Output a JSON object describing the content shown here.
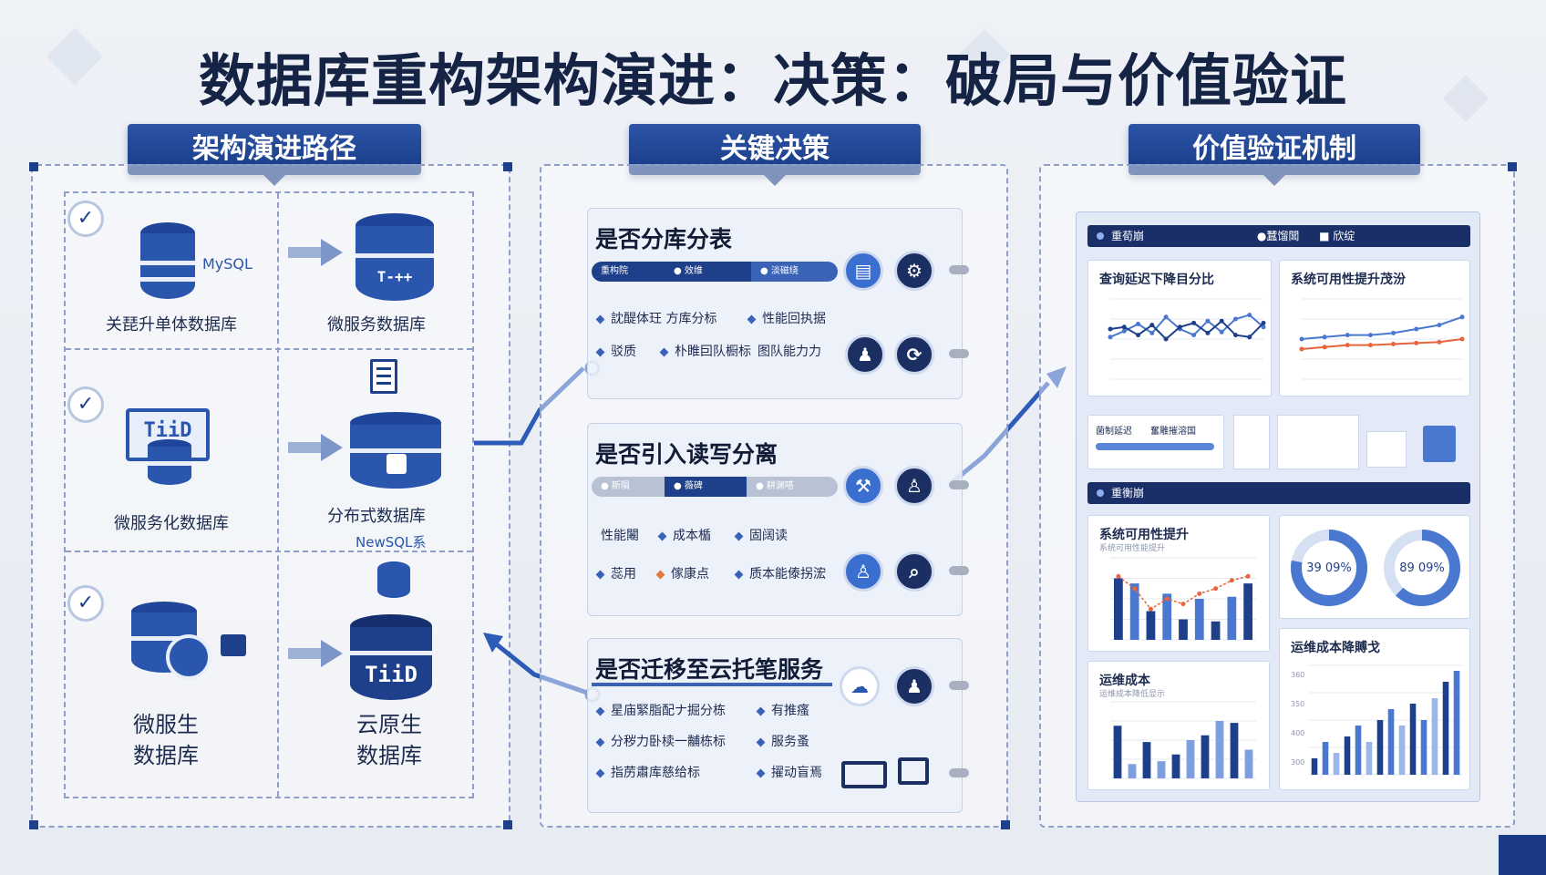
{
  "title": "数据库重构架构演进：决策：破局与价值验证",
  "ribbons": {
    "path": "架构演进路径",
    "decision": "关键决策",
    "value": "价值验证机制"
  },
  "path": {
    "mysql_label": "MySQL",
    "cells": [
      {
        "label": "关琵升单体数据库"
      },
      {
        "label": "微服务数据库"
      },
      {
        "label": "微服务化数据库"
      },
      {
        "label": "分布式数据库"
      },
      {
        "label": "微服生\n数据库"
      },
      {
        "label": "云原生\n数据库"
      }
    ],
    "newsql_note": "NewSQL系",
    "check_icon": "✓",
    "micro_icon_text": "TiiD",
    "cloud_icon_text": "TiiD",
    "top_db_text": "T-++"
  },
  "decisions": [
    {
      "title": "是否分库分表",
      "pills": [
        "重构院",
        "● 效维",
        "● 淡磁绕"
      ],
      "bullets": [
        [
          "訦醍体玨 方库分标",
          "性能回执据"
        ],
        [
          "驳质",
          "朴睢囙队橱标",
          "图队能力力"
        ]
      ]
    },
    {
      "title": "是否引入读写分离",
      "pills": [
        "● 斯隕",
        "● 薇碑",
        "● 耕渊嗒"
      ],
      "bullets": [
        [
          "性能闂",
          "成本楯",
          "固阔读"
        ],
        [
          "蕊用",
          "傢康点",
          "质本能傣拐浤"
        ]
      ]
    },
    {
      "title": "是否迁移至云托笔服务",
      "bullets": [
        [
          "星庙緊脂配ナ掘分栋",
          "有推瘙"
        ],
        [
          "分秽力卧椟一黼栋标",
          "服务蚤"
        ],
        [
          "指苈肅库慈给标",
          "擢动盲焉"
        ]
      ]
    }
  ],
  "dashboard": {
    "header1": "重荀崩",
    "header1_tags": [
      "●蠶馏閶",
      "■ 欣绽"
    ],
    "chart1_title": "查询延迟下降目分比",
    "chart2_title": "系统可用性提升茂汾",
    "mid_label1": "菌制延迟",
    "mid_label2": "奮雕摧溶国",
    "header2": "重衡崩",
    "chart3_title": "系统可用性提升",
    "chart3_sub": "系统可用性能提升",
    "ring1": "39 09%",
    "ring2": "89 09%",
    "chart4_title": "运维成本",
    "chart4_sub": "运维成本降低显示",
    "chart5_title": "运维成本降賻戈",
    "chart5_ticks": [
      "360",
      "350",
      "400",
      "300"
    ],
    "colors": {
      "navy": "#1e3f8a",
      "blue": "#4a78d0",
      "orange": "#e8643c"
    }
  },
  "chart_data": [
    {
      "type": "line",
      "title": "查询延迟下降目分比",
      "x": [
        1,
        2,
        3,
        4,
        5,
        6,
        7,
        8,
        9,
        10,
        11,
        12
      ],
      "series": [
        {
          "values": [
            42,
            48,
            55,
            46,
            62,
            50,
            44,
            58,
            47,
            60,
            64,
            52
          ]
        },
        {
          "values": [
            50,
            52,
            44,
            54,
            40,
            52,
            56,
            46,
            58,
            44,
            42,
            56
          ]
        }
      ],
      "ylim": [
        0,
        80
      ]
    },
    {
      "type": "line",
      "title": "系统可用性提升茂汾",
      "x": [
        1,
        2,
        3,
        4,
        5,
        6,
        7,
        8
      ],
      "series": [
        {
          "values": [
            40,
            42,
            44,
            44,
            46,
            50,
            54,
            62
          ]
        },
        {
          "values": [
            30,
            32,
            34,
            34,
            35,
            36,
            37,
            40
          ]
        }
      ],
      "ylim": [
        0,
        80
      ]
    },
    {
      "type": "bar",
      "title": "系统可用性提升",
      "categories": [
        "1",
        "2",
        "3",
        "4",
        "5",
        "6",
        "7",
        "8",
        "9"
      ],
      "values": [
        60,
        55,
        28,
        45,
        20,
        40,
        18,
        42,
        55
      ],
      "series": [
        {
          "values": [
            62,
            50,
            30,
            40,
            35,
            45,
            50,
            58,
            62
          ]
        }
      ],
      "ylim": [
        0,
        80
      ]
    },
    {
      "type": "bar",
      "title": "运维成本",
      "categories": [
        "1",
        "2",
        "3",
        "4",
        "5",
        "6",
        "7",
        "8",
        "9",
        "10"
      ],
      "values": [
        55,
        15,
        38,
        18,
        25,
        40,
        45,
        60,
        58,
        30
      ],
      "ylim": [
        0,
        80
      ]
    },
    {
      "type": "bar",
      "title": "运维成本降賻戈",
      "categories": [
        "1",
        "2",
        "3",
        "4",
        "5",
        "6",
        "7",
        "8",
        "9",
        "10",
        "11",
        "12",
        "13",
        "14"
      ],
      "values": [
        15,
        30,
        20,
        35,
        45,
        30,
        50,
        60,
        45,
        65,
        50,
        70,
        85,
        95
      ],
      "ylim": [
        0,
        100
      ]
    }
  ]
}
